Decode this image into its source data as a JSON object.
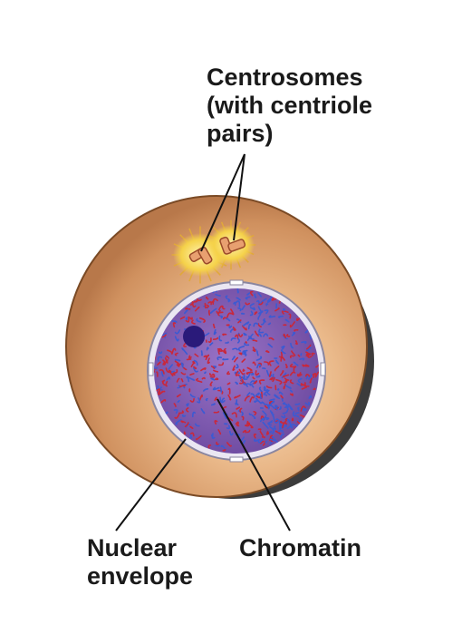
{
  "labels": {
    "centrosomes": [
      "Centrosomes",
      "(with centriole",
      "pairs)"
    ],
    "nuclear_envelope": [
      "Nuclear",
      "envelope"
    ],
    "chromatin": "Chromatin"
  },
  "colors": {
    "cytoplasm": "#d49a6a",
    "cytoplasm_light": "#f2d4b0",
    "cell_outline": "#7a4a25",
    "cell_shadow": "#3c3c3c",
    "nucleus_fill": "#8a5fb8",
    "nuclear_envelope": "#e9e4f0",
    "chromatin_red": "#c8283c",
    "chromatin_blue": "#3c5ad2",
    "centrosome_halo": "#f5d24a",
    "centriole": "#c0603a",
    "leader_line": "#111111"
  }
}
